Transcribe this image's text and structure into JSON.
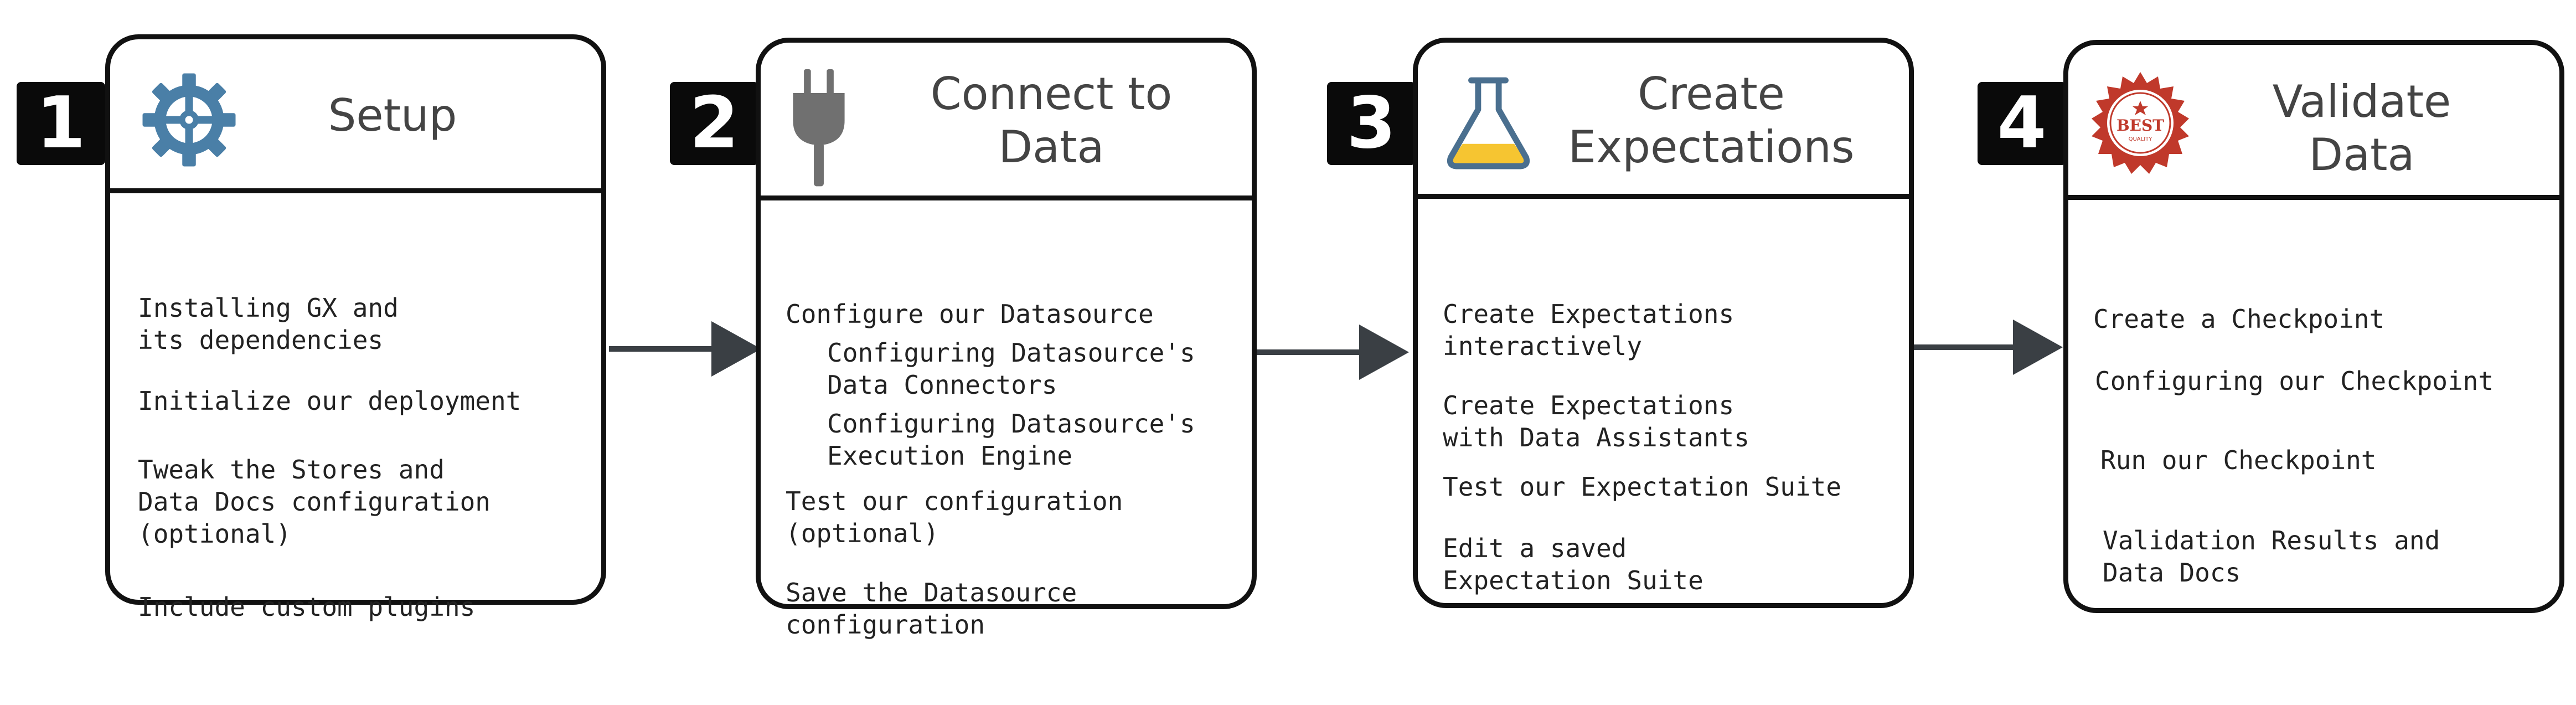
{
  "steps": [
    {
      "number": "1",
      "title": [
        "Setup"
      ],
      "icon": "gear-icon",
      "items": [
        [
          "Installing GX and",
          "its dependencies"
        ],
        [
          "Initialize our deployment"
        ],
        [
          "Tweak the Stores and",
          "Data Docs configuration",
          "(optional)"
        ],
        [
          "Include custom plugins"
        ]
      ]
    },
    {
      "number": "2",
      "title": [
        "Connect to",
        "Data"
      ],
      "icon": "plug-icon",
      "items": [
        [
          "Configure our Datasource"
        ],
        [
          "Configuring Datasource's",
          "Data Connectors"
        ],
        [
          "Configuring Datasource's",
          "Execution Engine"
        ],
        [
          "Test our configuration",
          "(optional)"
        ],
        [
          "Save the Datasource",
          "configuration"
        ]
      ]
    },
    {
      "number": "3",
      "title": [
        "Create",
        "Expectations"
      ],
      "icon": "flask-icon",
      "items": [
        [
          "Create Expectations",
          "interactively"
        ],
        [
          "Create Expectations",
          "with Data Assistants"
        ],
        [
          "Test our Expectation Suite"
        ],
        [
          "Edit a saved",
          "Expectation Suite"
        ]
      ]
    },
    {
      "number": "4",
      "title": [
        "Validate",
        "Data"
      ],
      "icon": "best-quality-seal-icon",
      "seal_text": "BEST",
      "seal_subtext": "QUALITY",
      "items": [
        [
          "Create a Checkpoint"
        ],
        [
          "Configuring our Checkpoint"
        ],
        [
          "Run our Checkpoint"
        ],
        [
          "Validation Results and",
          "Data Docs"
        ]
      ]
    }
  ],
  "colors": {
    "gear": "#4a7fa7",
    "plug": "#707070",
    "flask_outline": "#4a6f8f",
    "flask_liquid": "#f6c531",
    "seal": "#c0392b"
  }
}
